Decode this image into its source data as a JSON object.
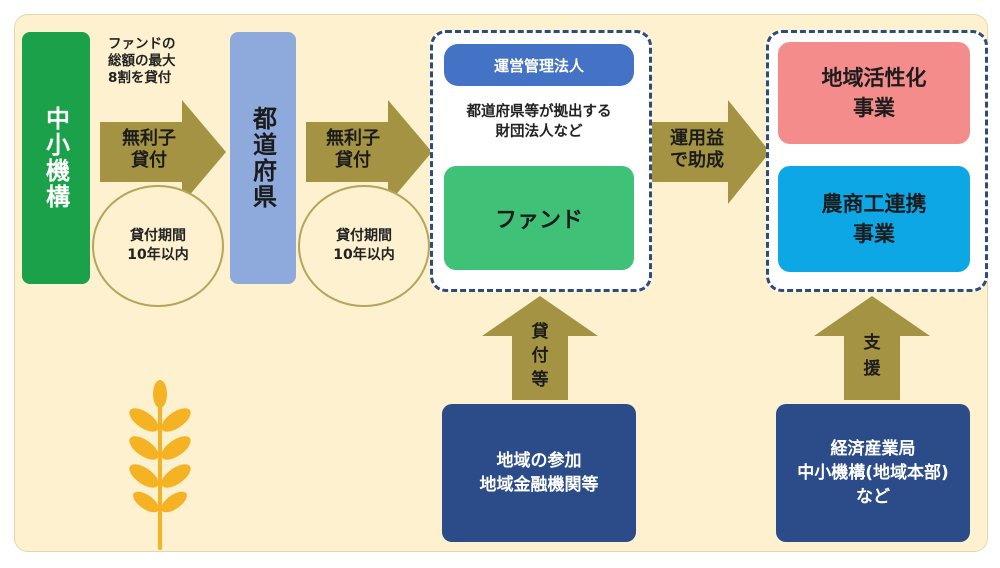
{
  "diagram": {
    "jasme": "中小機構",
    "fund_note": [
      "ファンドの",
      "総額の最大",
      "8割を貸付"
    ],
    "loan1_label": [
      "無利子",
      "貸付"
    ],
    "loan1_period": [
      "貸付期間",
      "10年以内"
    ],
    "prefecture": "都道府県",
    "loan2_label": [
      "無利子",
      "貸付"
    ],
    "loan2_period": [
      "貸付期間",
      "10年以内"
    ],
    "management_corp": "運営管理法人",
    "foundation_text": [
      "都道府県等が拠出する",
      "財団法人など"
    ],
    "fund": "ファンド",
    "grant_label": [
      "運用益",
      "で助成"
    ],
    "regional_revitalization": [
      "地域活性化",
      "事業"
    ],
    "agri_commerce": [
      "農商工連携",
      "事業"
    ],
    "loan_up_label": [
      "貸",
      "付",
      "等"
    ],
    "support_label": [
      "支",
      "援"
    ],
    "local_finance": [
      "地域の参加",
      "地域金融機関等"
    ],
    "bureau": [
      "経済産業局",
      "中小機構(地域本部)",
      "など"
    ]
  },
  "colors": {
    "background": "#fdf1cf",
    "green_dark": "#1aa14a",
    "blue_light": "#8eaadc",
    "blue_header": "#4472c4",
    "green_fund": "#3fc178",
    "pink": "#f48c8c",
    "cyan": "#0ea7e6",
    "navy": "#2b4c88",
    "arrow": "#a39343"
  }
}
